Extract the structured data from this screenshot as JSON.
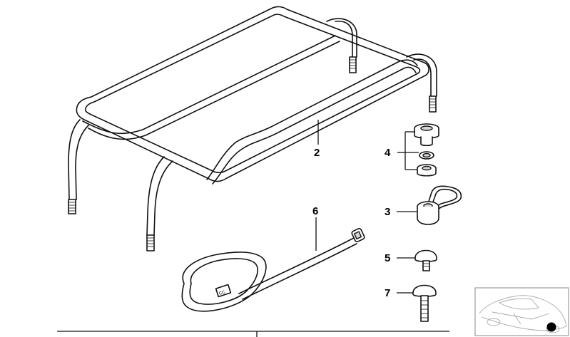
{
  "callouts": [
    {
      "id": "2",
      "label": "2"
    },
    {
      "id": "3",
      "label": "3"
    },
    {
      "id": "4",
      "label": "4"
    },
    {
      "id": "5",
      "label": "5"
    },
    {
      "id": "6",
      "label": "6"
    },
    {
      "id": "7",
      "label": "7"
    }
  ],
  "strap_marking": "CC",
  "thumbnail": {
    "icon": "car-silhouette-icon",
    "marker_icon": "black-dot-icon"
  }
}
